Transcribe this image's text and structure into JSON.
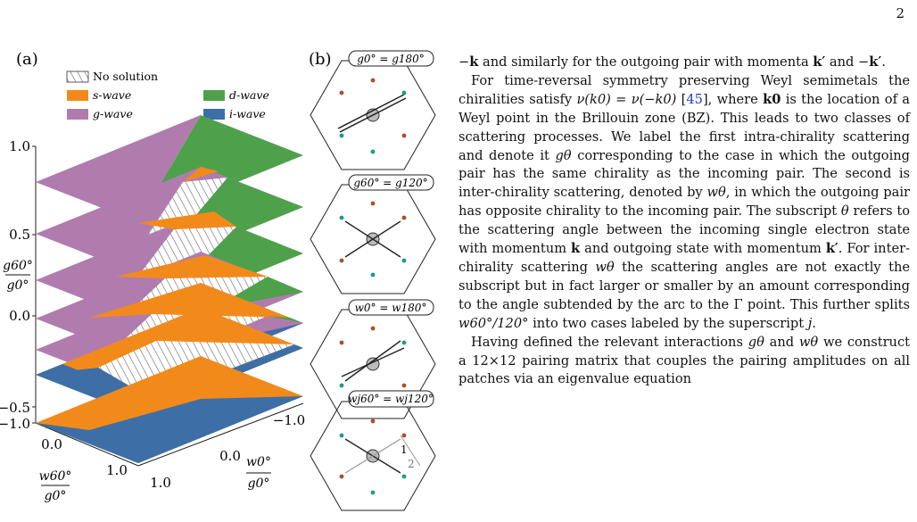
{
  "page_number": "2",
  "figure": {
    "panel_a_label": "(a)",
    "panel_b_label": "(b)",
    "legend": {
      "no_solution": "No solution",
      "s_wave": "s-wave",
      "d_wave": "d-wave",
      "g_wave": "g-wave",
      "i_wave": "i-wave"
    },
    "colors": {
      "s_wave": "#f28a1b",
      "d_wave": "#4ea14a",
      "g_wave": "#b07cae",
      "i_wave": "#3d6fa6",
      "hatch": "#666666"
    },
    "vertical_axis": {
      "ticks": [
        "1.0",
        "0.5",
        "0.0",
        "−0.5",
        "−1.0"
      ],
      "label_num": "g60°",
      "label_den": "g0°"
    },
    "left_axis": {
      "ticks": [
        "0.0",
        "1.0"
      ],
      "label_num": "w60°",
      "label_den": "g0°"
    },
    "right_axis": {
      "ticks": [
        "−1.0",
        "0.0",
        "1.0"
      ],
      "label_num": "w0°",
      "label_den": "g0°"
    },
    "panel_b_labels": [
      "g0° = g180°",
      "g60° = g120°",
      "w0° = w180°",
      "wj60° = wj120°"
    ],
    "panel_b_arc_labels": [
      "1",
      "2"
    ]
  },
  "text": {
    "p0_a": "−",
    "p0_b": "k",
    "p0_c": " and similarly for the outgoing pair with momenta ",
    "p0_d": "k′",
    "p0_e": " and −",
    "p0_f": "k′",
    "p0_g": ".",
    "p1_a": "For time-reversal symmetry preserving Weyl semimetals the chiralities satisfy ",
    "p1_b": "ν(k0) = ν(−k0)",
    "p1_c": " [",
    "p1_ref": "45",
    "p1_d": "], where ",
    "p1_e": "k0",
    "p1_f": " is the location of a Weyl point in the Brillouin zone (BZ). This leads to two classes of scattering processes. We label the first intra-chirality scattering and denote it ",
    "p1_g": "gθ",
    "p1_h": " corresponding to the case in which the outgoing pair has the same chirality as the incoming pair. The second is inter-chirality scattering, denoted by ",
    "p1_i": "wθ",
    "p1_j": ", in which the outgoing pair has opposite chirality to the incoming pair. The subscript ",
    "p1_k": "θ",
    "p1_l": " refers to the scattering angle between the incoming single electron state with momentum ",
    "p1_m": "k",
    "p1_n": " and outgoing state with momentum ",
    "p1_o": "k′",
    "p1_p": ". For inter-chirality scattering ",
    "p1_q": "wθ",
    "p1_r": " the scattering angles are not exactly the subscript but in fact larger or smaller by an amount corresponding to the angle subtended by the arc to the Γ point. This further splits ",
    "p1_s": "w60°/120°",
    "p1_t": " into two cases labeled by the superscript ",
    "p1_u": "j",
    "p1_v": ".",
    "p2_a": "Having defined the relevant interactions ",
    "p2_b": "gθ",
    "p2_c": " and ",
    "p2_d": "wθ",
    "p2_e": " we construct a 12×12 pairing matrix that couples the pairing amplitudes on all patches via an eigenvalue equation"
  }
}
